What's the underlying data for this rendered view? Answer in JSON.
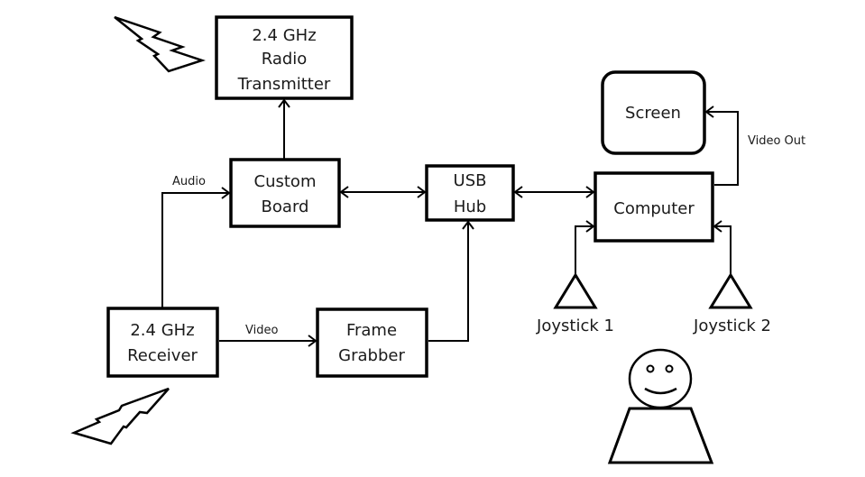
{
  "diagram": {
    "nodes": {
      "transmitter": {
        "lines": [
          "2.4 GHz",
          "Radio",
          "Transmitter"
        ]
      },
      "custom_board": {
        "lines": [
          "Custom",
          "Board"
        ]
      },
      "usb_hub": {
        "lines": [
          "USB",
          "Hub"
        ]
      },
      "computer": {
        "lines": [
          "Computer"
        ]
      },
      "screen": {
        "lines": [
          "Screen"
        ]
      },
      "receiver": {
        "lines": [
          "2.4 GHz",
          "Receiver"
        ]
      },
      "frame_grabber": {
        "lines": [
          "Frame",
          "Grabber"
        ]
      },
      "joystick1": {
        "label": "Joystick 1"
      },
      "joystick2": {
        "label": "Joystick 2"
      },
      "user": {
        "label": "user-figure"
      }
    },
    "edge_labels": {
      "audio": "Audio",
      "video": "Video",
      "video_out": "Video Out"
    },
    "edges": [
      {
        "from": "custom_board",
        "to": "transmitter",
        "direction": "forward"
      },
      {
        "from": "receiver",
        "to": "custom_board",
        "label": "Audio",
        "direction": "forward"
      },
      {
        "from": "custom_board",
        "to": "usb_hub",
        "direction": "bidirectional"
      },
      {
        "from": "usb_hub",
        "to": "computer",
        "direction": "bidirectional"
      },
      {
        "from": "computer",
        "to": "screen",
        "label": "Video Out",
        "direction": "forward"
      },
      {
        "from": "receiver",
        "to": "frame_grabber",
        "label": "Video",
        "direction": "forward"
      },
      {
        "from": "frame_grabber",
        "to": "usb_hub",
        "direction": "forward"
      },
      {
        "from": "joystick1",
        "to": "computer",
        "direction": "forward"
      },
      {
        "from": "joystick2",
        "to": "computer",
        "direction": "forward"
      }
    ],
    "icons": [
      "lightning-bolt-icon",
      "lightning-bolt-icon",
      "joystick-icon",
      "joystick-icon",
      "person-icon"
    ]
  }
}
